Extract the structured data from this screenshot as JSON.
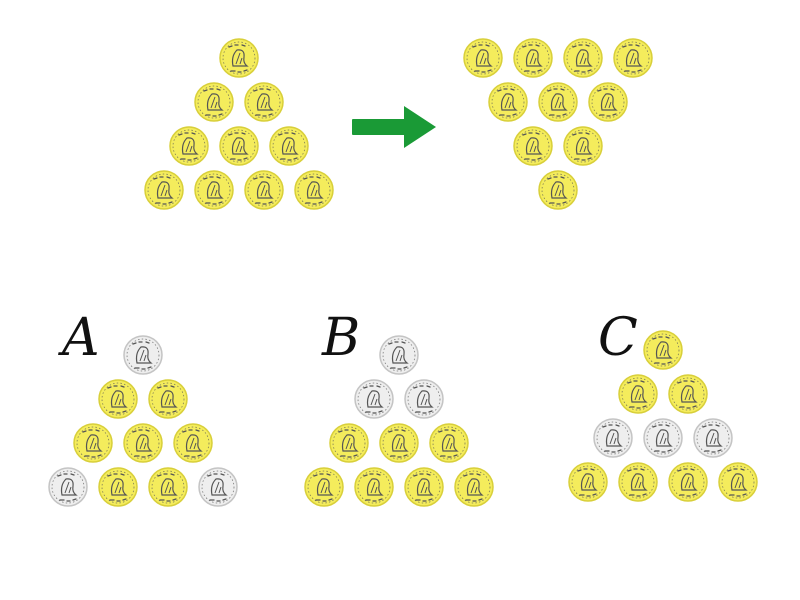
{
  "colors": {
    "gold_fill": "#f4ec5c",
    "gold_edge": "#d8cf3a",
    "silver_fill": "#eeeeee",
    "silver_edge": "#c4c4c4",
    "ink": "#555555",
    "arrow": "#1a9a36",
    "label": "#111111"
  },
  "arrow": {
    "icon": "arrow-right-icon",
    "direction": "right"
  },
  "puzzle": {
    "start": {
      "name": "original-triangle",
      "orientation": "point-up",
      "rows": [
        [
          "gold"
        ],
        [
          "gold",
          "gold"
        ],
        [
          "gold",
          "gold",
          "gold"
        ],
        [
          "gold",
          "gold",
          "gold",
          "gold"
        ]
      ]
    },
    "target": {
      "name": "inverted-triangle",
      "orientation": "point-down",
      "rows": [
        [
          "gold",
          "gold",
          "gold",
          "gold"
        ],
        [
          "gold",
          "gold",
          "gold"
        ],
        [
          "gold",
          "gold"
        ],
        [
          "gold"
        ]
      ]
    }
  },
  "options": [
    {
      "label": "A",
      "rows": [
        [
          "silver"
        ],
        [
          "gold",
          "gold"
        ],
        [
          "gold",
          "gold",
          "gold"
        ],
        [
          "silver",
          "gold",
          "gold",
          "silver"
        ]
      ]
    },
    {
      "label": "B",
      "rows": [
        [
          "silver"
        ],
        [
          "silver",
          "silver"
        ],
        [
          "gold",
          "gold",
          "gold"
        ],
        [
          "gold",
          "gold",
          "gold",
          "gold"
        ]
      ]
    },
    {
      "label": "C",
      "rows": [
        [
          "gold"
        ],
        [
          "gold",
          "gold"
        ],
        [
          "silver",
          "silver",
          "silver"
        ],
        [
          "gold",
          "gold",
          "gold",
          "gold"
        ]
      ]
    }
  ]
}
